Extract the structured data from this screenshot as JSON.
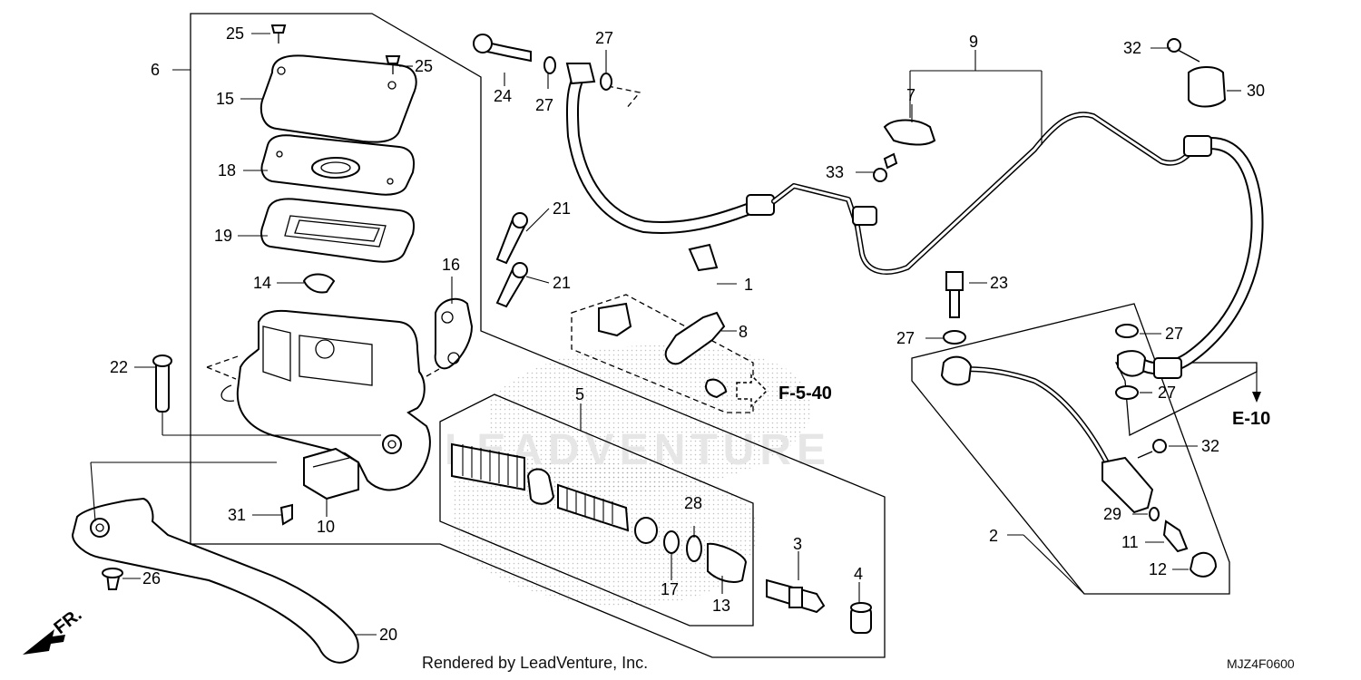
{
  "callouts": [
    {
      "id": "c1",
      "text": "1"
    },
    {
      "id": "c2",
      "text": "2"
    },
    {
      "id": "c3",
      "text": "3"
    },
    {
      "id": "c4",
      "text": "4"
    },
    {
      "id": "c5",
      "text": "5"
    },
    {
      "id": "c6",
      "text": "6"
    },
    {
      "id": "c7",
      "text": "7"
    },
    {
      "id": "c8",
      "text": "8"
    },
    {
      "id": "c9",
      "text": "9"
    },
    {
      "id": "c10",
      "text": "10"
    },
    {
      "id": "c11",
      "text": "11"
    },
    {
      "id": "c12",
      "text": "12"
    },
    {
      "id": "c13",
      "text": "13"
    },
    {
      "id": "c14",
      "text": "14"
    },
    {
      "id": "c15",
      "text": "15"
    },
    {
      "id": "c16",
      "text": "16"
    },
    {
      "id": "c17",
      "text": "17"
    },
    {
      "id": "c18",
      "text": "18"
    },
    {
      "id": "c19",
      "text": "19"
    },
    {
      "id": "c20",
      "text": "20"
    },
    {
      "id": "c21a",
      "text": "21"
    },
    {
      "id": "c21b",
      "text": "21"
    },
    {
      "id": "c22",
      "text": "22"
    },
    {
      "id": "c23",
      "text": "23"
    },
    {
      "id": "c24",
      "text": "24"
    },
    {
      "id": "c25a",
      "text": "25"
    },
    {
      "id": "c25b",
      "text": "25"
    },
    {
      "id": "c26",
      "text": "26"
    },
    {
      "id": "c27a",
      "text": "27"
    },
    {
      "id": "c27b",
      "text": "27"
    },
    {
      "id": "c27c",
      "text": "27"
    },
    {
      "id": "c27d",
      "text": "27"
    },
    {
      "id": "c27e",
      "text": "27"
    },
    {
      "id": "c28",
      "text": "28"
    },
    {
      "id": "c29",
      "text": "29"
    },
    {
      "id": "c30",
      "text": "30"
    },
    {
      "id": "c31",
      "text": "31"
    },
    {
      "id": "c32a",
      "text": "32"
    },
    {
      "id": "c32b",
      "text": "32"
    },
    {
      "id": "c33",
      "text": "33"
    }
  ],
  "refs": {
    "f540": "F-5-40",
    "e10": "E-10",
    "fr": "FR."
  },
  "footer": {
    "rendered_by": "Rendered by LeadVenture, Inc.",
    "drawing_code": "MJZ4F0600"
  },
  "watermark": {
    "text": "LEADVENTURE"
  },
  "colors": {
    "ink": "#000000",
    "background": "#ffffff",
    "watermark": "#e6e6e6"
  }
}
